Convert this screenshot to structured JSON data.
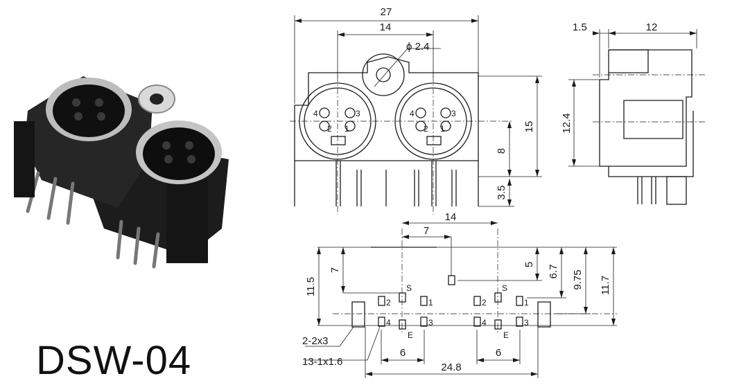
{
  "model_label": "DSW-04",
  "front_view": {
    "dims": [
      "27",
      "14",
      "ϕ 2.4",
      "15",
      "8",
      "3.5"
    ],
    "pins": [
      "4",
      "3",
      "2",
      "1"
    ]
  },
  "side_view": {
    "dims": [
      "1.5",
      "12",
      "12.4"
    ]
  },
  "footprint": {
    "dims": [
      "14",
      "7",
      "5",
      "6.7",
      "9.75",
      "11.7",
      "7",
      "11.5",
      "6",
      "6",
      "24.8"
    ],
    "pins": [
      "S",
      "2",
      "1",
      "4",
      "E",
      "3",
      "S",
      "2",
      "1",
      "4",
      "E",
      "3"
    ],
    "notes": [
      "2-2x3",
      "13-1x1.6"
    ]
  }
}
